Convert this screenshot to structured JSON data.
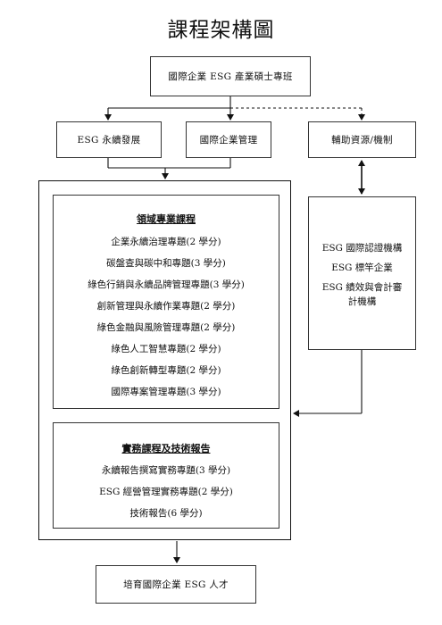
{
  "title": "課程架構圖",
  "top_box": "國際企業 ESG 產業碩士專班",
  "branch_left": "ESG 永續發展",
  "branch_mid": "國際企業管理",
  "branch_right": "輔助資源/機制",
  "domain_courses": {
    "heading": "領域專業課程",
    "items": [
      "企業永續治理專題(2 學分)",
      "碳盤查與碳中和專題(3 學分)",
      "綠色行銷與永續品牌管理專題(3 學分)",
      "創新管理與永續作業專題(2 學分)",
      "綠色金融與風險管理專題(2 學分)",
      "綠色人工智慧專題(2 學分)",
      "綠色創新轉型專題(2 學分)",
      "國際專案管理專題(3 學分)"
    ]
  },
  "practice_courses": {
    "heading": "實務課程及技術報告",
    "items": [
      "永續報告撰寫實務專題(3 學分)",
      "ESG 經營管理實務專題(2 學分)",
      "技術報告(6 學分)"
    ]
  },
  "resources": {
    "items": [
      "ESG 國際認證機構",
      "ESG 標竿企業",
      "ESG 績效與會計審",
      "計機構"
    ]
  },
  "bottom_box": "培育國際企業 ESG 人才",
  "colors": {
    "line": "#333333",
    "border": "#333333",
    "background": "#ffffff"
  }
}
